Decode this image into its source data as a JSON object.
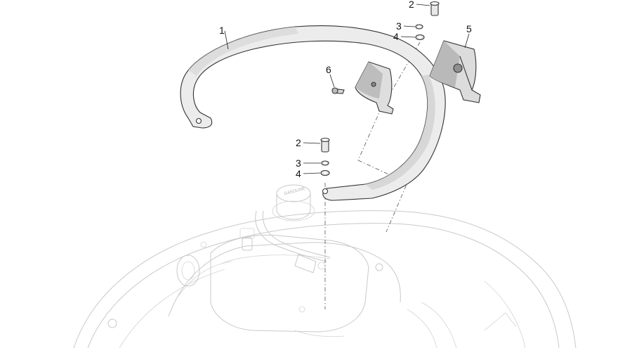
{
  "diagram": {
    "callouts": [
      {
        "id": "c1",
        "label": "1",
        "part": "grab-rail"
      },
      {
        "id": "c2a",
        "label": "2",
        "part": "bolt-top"
      },
      {
        "id": "c3a",
        "label": "3",
        "part": "washer-top"
      },
      {
        "id": "c4a",
        "label": "4",
        "part": "spacer-top"
      },
      {
        "id": "c5",
        "label": "5",
        "part": "right-bracket-cover"
      },
      {
        "id": "c6",
        "label": "6",
        "part": "screw"
      },
      {
        "id": "c2b",
        "label": "2",
        "part": "bolt-bottom"
      },
      {
        "id": "c3b",
        "label": "3",
        "part": "washer-bottom"
      },
      {
        "id": "c4b",
        "label": "4",
        "part": "spacer-bottom"
      }
    ],
    "cap_text": "GASOLINE",
    "colors": {
      "part_fill": "#f2f2f2",
      "part_shadow": "#b9b9b9",
      "outline": "#333333",
      "background_lines": "#c9c9c9"
    }
  }
}
